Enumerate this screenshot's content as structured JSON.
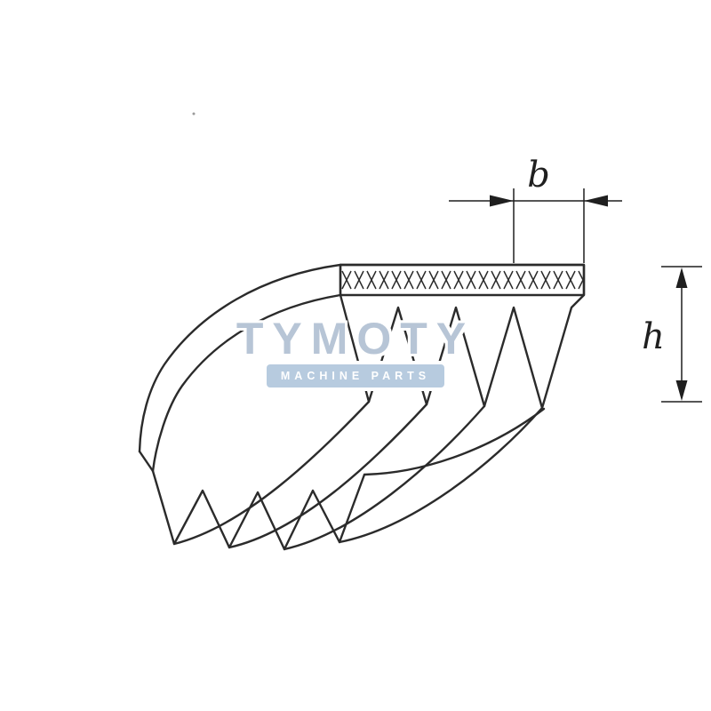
{
  "page": {
    "background_color": "#ffffff"
  },
  "drawing": {
    "subject": "poly-v ribbed belt technical drawing",
    "line_color": "#2b2b2b",
    "dim_b_label": "b",
    "dim_h_label": "h"
  },
  "watermark": {
    "brand": "TYMOTY",
    "tagline": "MACHINE PARTS",
    "brand_color": "#b7c5d6",
    "badge_color": "#b7cbdf",
    "tagline_color": "#ffffff"
  }
}
